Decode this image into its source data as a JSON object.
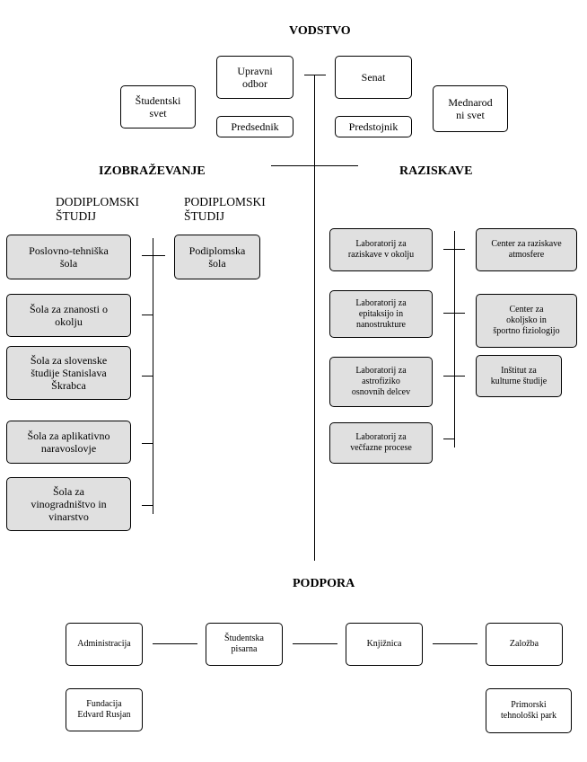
{
  "headings": {
    "vodstvo": "VODSTVO",
    "izobrazevanje": "IZOBRAŽEVANJE",
    "raziskave": "RAZISKAVE",
    "podpora": "PODPORA"
  },
  "subheadings": {
    "dodiplomski": [
      "DODIPLOMSKI",
      "ŠTUDIJ"
    ],
    "podiplomski": [
      "PODIPLOMSKI",
      "ŠTUDIJ"
    ]
  },
  "leadership": {
    "studentski_svet": [
      "Študentski",
      "svet"
    ],
    "upravni_odbor": [
      "Upravni",
      "odbor"
    ],
    "senat": "Senat",
    "mednarodni_svet": [
      "Mednarod",
      "ni svet"
    ],
    "predsednik": "Predsednik",
    "predstojnik": "Predstojnik"
  },
  "undergraduate": [
    [
      "Poslovno-tehniška",
      "šola"
    ],
    [
      "Šola za znanosti o",
      "okolju"
    ],
    [
      "Šola za slovenske",
      "študije Stanislava",
      "Škrabca"
    ],
    [
      "Šola za aplikativno",
      "naravoslovje"
    ],
    [
      "Šola za",
      "vinogradništvo in",
      "vinarstvo"
    ]
  ],
  "postgraduate": [
    [
      "Podiplomska",
      "šola"
    ]
  ],
  "laboratories": [
    [
      "Laboratorij za",
      "raziskave v okolju"
    ],
    [
      "Laboratorij za",
      "epitaksijo in",
      "nanostrukture"
    ],
    [
      "Laboratorij za",
      "astrofiziko",
      "osnovnih delcev"
    ],
    [
      "Laboratorij za",
      "večfazne procese"
    ]
  ],
  "centers": [
    [
      "Center za raziskave",
      "atmosfere"
    ],
    [
      "Center za",
      "okoljsko in",
      "športno fiziologijo"
    ],
    [
      "Inštitut za",
      "kulturne študije"
    ]
  ],
  "support": {
    "administracija": "Administracija",
    "studentska_pisarna": [
      "Študentska",
      "pisarna"
    ],
    "knjiznica": "Knjižnica",
    "zalozba": "Založba",
    "fundacija": [
      "Fundacija",
      "Edvard Rusjan"
    ],
    "primorski": [
      "Primorski",
      "tehnološki park"
    ]
  }
}
